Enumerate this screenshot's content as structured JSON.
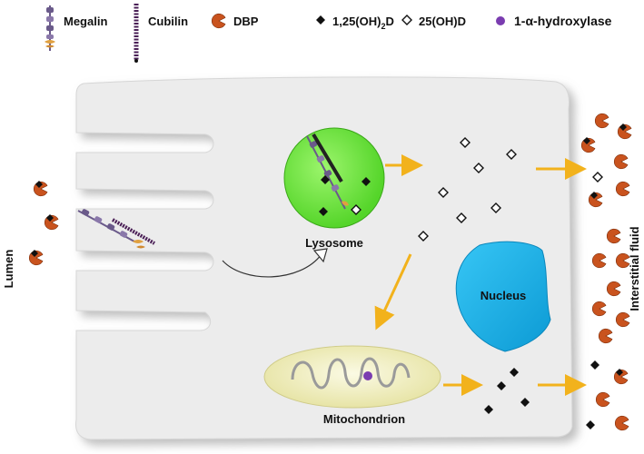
{
  "legend": {
    "megalin": "Megalin",
    "cubilin": "Cubilin",
    "dbp": "DBP",
    "calcitriol_base": "1,25(OH)",
    "calcitriol_sub": "2",
    "calcitriol_tail": "D",
    "calcidiol": "25(OH)D",
    "hydroxylase": "1-α-hydroxylase"
  },
  "labels": {
    "lysosome": "Lysosome",
    "nucleus": "Nucleus",
    "mitochondrion": "Mitochondrion",
    "lumen": "Lumen",
    "interstitial": "Interstitial fluid"
  },
  "colors": {
    "cell": "#ececec",
    "lysosome": "#6bea3a",
    "nucleus": "#1cb4ea",
    "mitochondrion": "#f2f0c0",
    "dbp": "#c9531e",
    "hydroxylase": "#7a3cb0",
    "arrow": "#f2b21c",
    "megalin": "#6a5a8a",
    "cubilin": "#4a1f56"
  }
}
